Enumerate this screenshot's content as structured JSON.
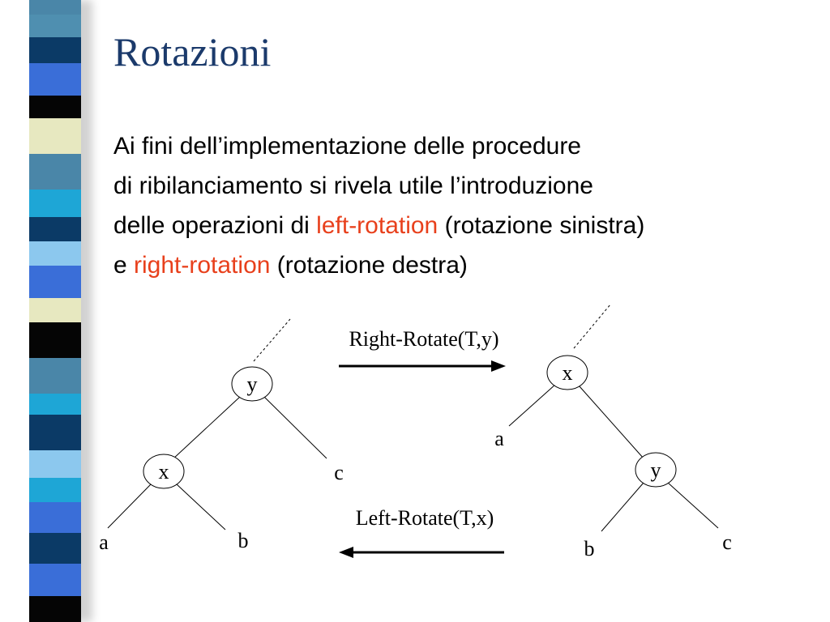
{
  "slide": {
    "title": "Rotazioni",
    "paragraph": {
      "line1": "Ai fini dell’implementazione delle procedure",
      "line2": "di ribilanciamento si rivela utile l’introduzione",
      "line3_pre": "delle operazioni di ",
      "line3_hl": "left-rotation",
      "line3_post": " (rotazione sinistra)",
      "line4_pre": "e ",
      "line4_hl": "right-rotation",
      "line4_post": " (rotazione destra)"
    },
    "highlight_color": "#e8401c",
    "title_color": "#1b3a6b"
  },
  "diagram": {
    "right_rotate_label": "Right-Rotate(T,y)",
    "left_rotate_label": "Left-Rotate(T,x)",
    "left_tree": {
      "root": "y",
      "child": "x",
      "leaf_a": "a",
      "leaf_b": "b",
      "leaf_c": "c"
    },
    "right_tree": {
      "root": "x",
      "child": "y",
      "leaf_a": "a",
      "leaf_b": "b",
      "leaf_c": "c"
    }
  }
}
